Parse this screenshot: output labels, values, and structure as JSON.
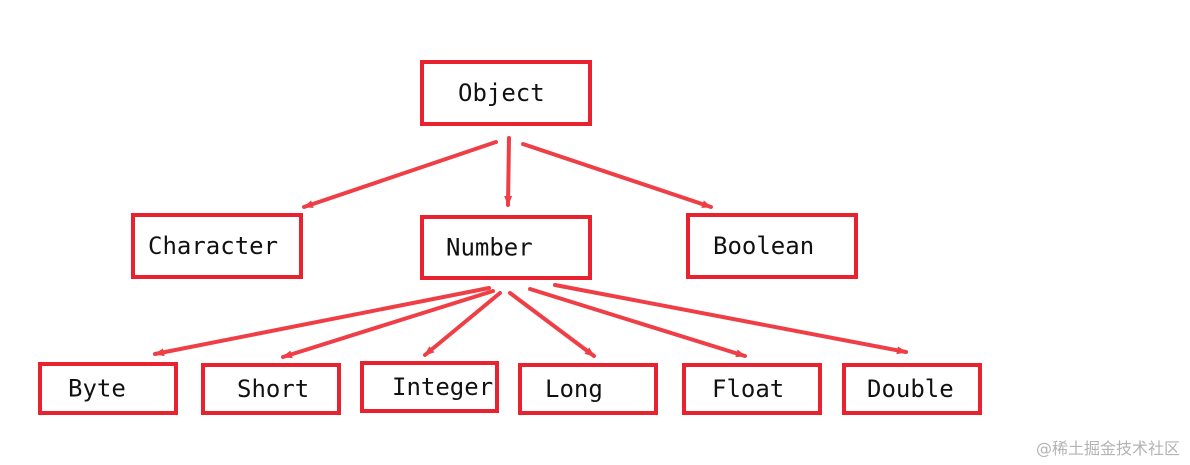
{
  "colors": {
    "box": "#e8232f",
    "arrow": "#ef3e45"
  },
  "nodes": [
    {
      "id": "object",
      "label": "Object"
    },
    {
      "id": "character",
      "label": "Character"
    },
    {
      "id": "number",
      "label": "Number"
    },
    {
      "id": "boolean",
      "label": "Boolean"
    },
    {
      "id": "byte",
      "label": "Byte"
    },
    {
      "id": "short",
      "label": "Short"
    },
    {
      "id": "integer",
      "label": "Integer"
    },
    {
      "id": "long",
      "label": "Long"
    },
    {
      "id": "float",
      "label": "Float"
    },
    {
      "id": "double",
      "label": "Double"
    }
  ],
  "edges": [
    {
      "from": "object",
      "to": "character"
    },
    {
      "from": "object",
      "to": "number"
    },
    {
      "from": "object",
      "to": "boolean"
    },
    {
      "from": "number",
      "to": "byte"
    },
    {
      "from": "number",
      "to": "short"
    },
    {
      "from": "number",
      "to": "integer"
    },
    {
      "from": "number",
      "to": "long"
    },
    {
      "from": "number",
      "to": "float"
    },
    {
      "from": "number",
      "to": "double"
    }
  ],
  "watermark": "@稀土掘金技术社区"
}
